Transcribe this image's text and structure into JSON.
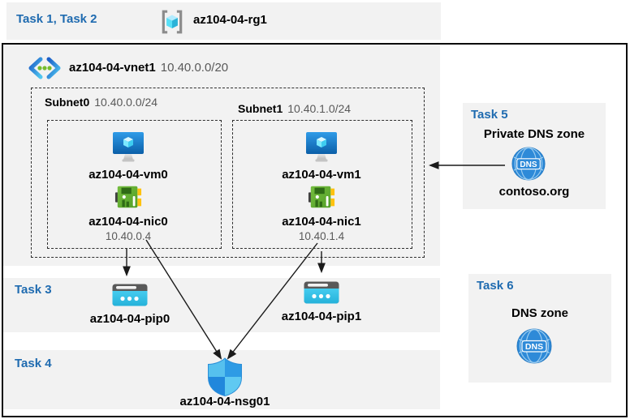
{
  "colors": {
    "task_label_blue": "#1F6BB0",
    "panel_gray": "#F2F2F2",
    "muted_text": "#595959",
    "arrow_black": "#1a1a1a"
  },
  "tasks": {
    "task12": "Task 1, Task 2",
    "task3": "Task 3",
    "task4": "Task 4",
    "task5": "Task 5",
    "task6": "Task 6"
  },
  "resource_group": {
    "name": "az104-04-rg1",
    "icon": "resource-group-icon"
  },
  "vnet": {
    "name": "az104-04-vnet1",
    "address_space": "10.40.0.0/20",
    "icon": "virtual-network-icon",
    "subnets": [
      {
        "name": "Subnet0",
        "prefix": "10.40.0.0/24",
        "vm": "az104-04-vm0",
        "nic": "az104-04-nic0",
        "ip": "10.40.0.4"
      },
      {
        "name": "Subnet1",
        "prefix": "10.40.1.0/24",
        "vm": "az104-04-vm1",
        "nic": "az104-04-nic1",
        "ip": "10.40.1.4"
      }
    ]
  },
  "public_ips": [
    {
      "name": "az104-04-pip0",
      "icon": "public-ip-icon"
    },
    {
      "name": "az104-04-pip1",
      "icon": "public-ip-icon"
    }
  ],
  "nsg": {
    "name": "az104-04-nsg01",
    "icon": "nsg-shield-icon"
  },
  "private_dns": {
    "title": "Private DNS zone",
    "zone": "contoso.org",
    "icon": "dns-zone-icon"
  },
  "dns": {
    "title": "DNS zone",
    "icon": "dns-zone-icon"
  },
  "dns_icon_label": "DNS",
  "connections": [
    {
      "from": "az104-04-nic0",
      "to": "az104-04-pip0"
    },
    {
      "from": "az104-04-nic1",
      "to": "az104-04-pip1"
    },
    {
      "from": "az104-04-nic0",
      "to": "az104-04-nsg01"
    },
    {
      "from": "az104-04-nic1",
      "to": "az104-04-nsg01"
    },
    {
      "from": "contoso.org (Private DNS zone)",
      "to": "Subnet1"
    }
  ]
}
